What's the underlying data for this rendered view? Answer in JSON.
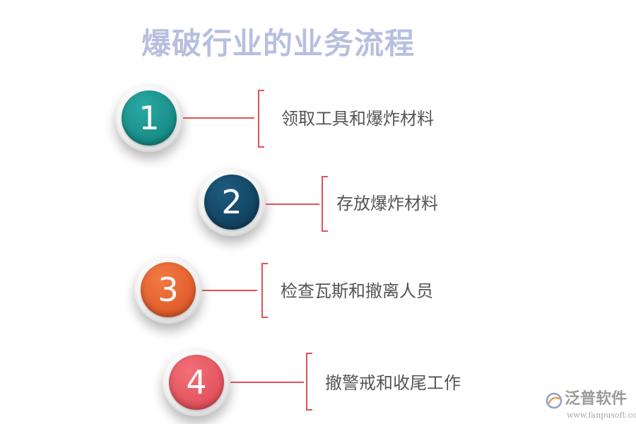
{
  "title": "爆破行业的业务流程",
  "accent_color": "#e0525a",
  "steps": [
    {
      "number": "1",
      "label": "领取工具和爆炸材料",
      "color_light": "#2aa9a4",
      "color_dark": "#0f7e7b"
    },
    {
      "number": "2",
      "label": "存放爆炸材料",
      "color_light": "#1d5c7e",
      "color_dark": "#0c3752"
    },
    {
      "number": "3",
      "label": "检查瓦斯和撤离人员",
      "color_light": "#f27a45",
      "color_dark": "#d9501f"
    },
    {
      "number": "4",
      "label": "撤警戒和收尾工作",
      "color_light": "#f27078",
      "color_dark": "#dd4550"
    }
  ],
  "logo": {
    "name": "泛普软件",
    "url": "www.fanpusoft.com"
  }
}
